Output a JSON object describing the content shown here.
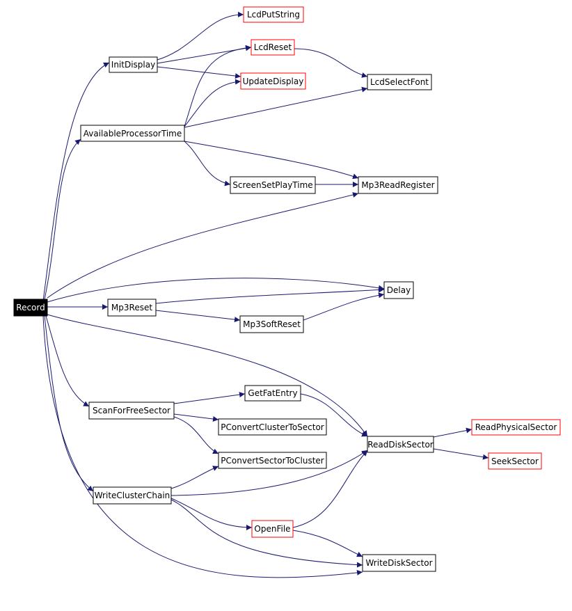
{
  "colors": {
    "edge": "#191970",
    "node_border": "#000000",
    "node_border_external": "#ff0000",
    "root_fill": "#000000",
    "root_text": "#ffffff",
    "text": "#000000",
    "background": "#ffffff"
  },
  "nodes": [
    {
      "id": "Record",
      "label": "Record",
      "kind": "root"
    },
    {
      "id": "InitDisplay",
      "label": "InitDisplay",
      "kind": "normal"
    },
    {
      "id": "LcdPutString",
      "label": "LcdPutString",
      "kind": "external"
    },
    {
      "id": "LcdReset",
      "label": "LcdReset",
      "kind": "external"
    },
    {
      "id": "UpdateDisplay",
      "label": "UpdateDisplay",
      "kind": "external"
    },
    {
      "id": "LcdSelectFont",
      "label": "LcdSelectFont",
      "kind": "normal"
    },
    {
      "id": "AvailableProcessorTime",
      "label": "AvailableProcessorTime",
      "kind": "normal"
    },
    {
      "id": "ScreenSetPlayTime",
      "label": "ScreenSetPlayTime",
      "kind": "normal"
    },
    {
      "id": "Mp3ReadRegister",
      "label": "Mp3ReadRegister",
      "kind": "normal"
    },
    {
      "id": "Delay",
      "label": "Delay",
      "kind": "normal"
    },
    {
      "id": "Mp3Reset",
      "label": "Mp3Reset",
      "kind": "normal"
    },
    {
      "id": "Mp3SoftReset",
      "label": "Mp3SoftReset",
      "kind": "normal"
    },
    {
      "id": "GetFatEntry",
      "label": "GetFatEntry",
      "kind": "normal"
    },
    {
      "id": "ScanForFreeSector",
      "label": "ScanForFreeSector",
      "kind": "normal"
    },
    {
      "id": "PConvertClusterToSector",
      "label": "PConvertClusterToSector",
      "kind": "normal"
    },
    {
      "id": "ReadDiskSector",
      "label": "ReadDiskSector",
      "kind": "normal"
    },
    {
      "id": "ReadPhysicalSector",
      "label": "ReadPhysicalSector",
      "kind": "external"
    },
    {
      "id": "PConvertSectorToCluster",
      "label": "PConvertSectorToCluster",
      "kind": "normal"
    },
    {
      "id": "SeekSector",
      "label": "SeekSector",
      "kind": "external"
    },
    {
      "id": "WriteClusterChain",
      "label": "WriteClusterChain",
      "kind": "normal"
    },
    {
      "id": "OpenFile",
      "label": "OpenFile",
      "kind": "external"
    },
    {
      "id": "WriteDiskSector",
      "label": "WriteDiskSector",
      "kind": "normal"
    }
  ],
  "edges": [
    {
      "from": "Record",
      "to": "InitDisplay"
    },
    {
      "from": "Record",
      "to": "AvailableProcessorTime"
    },
    {
      "from": "Record",
      "to": "Mp3ReadRegister"
    },
    {
      "from": "Record",
      "to": "Delay"
    },
    {
      "from": "Record",
      "to": "Mp3Reset"
    },
    {
      "from": "Record",
      "to": "ReadDiskSector"
    },
    {
      "from": "Record",
      "to": "ScanForFreeSector"
    },
    {
      "from": "Record",
      "to": "WriteClusterChain"
    },
    {
      "from": "Record",
      "to": "WriteDiskSector"
    },
    {
      "from": "InitDisplay",
      "to": "LcdPutString"
    },
    {
      "from": "InitDisplay",
      "to": "LcdReset"
    },
    {
      "from": "InitDisplay",
      "to": "UpdateDisplay"
    },
    {
      "from": "AvailableProcessorTime",
      "to": "LcdReset"
    },
    {
      "from": "AvailableProcessorTime",
      "to": "UpdateDisplay"
    },
    {
      "from": "AvailableProcessorTime",
      "to": "LcdSelectFont"
    },
    {
      "from": "AvailableProcessorTime",
      "to": "ScreenSetPlayTime"
    },
    {
      "from": "AvailableProcessorTime",
      "to": "Mp3ReadRegister"
    },
    {
      "from": "LcdReset",
      "to": "LcdSelectFont"
    },
    {
      "from": "ScreenSetPlayTime",
      "to": "Mp3ReadRegister"
    },
    {
      "from": "Mp3Reset",
      "to": "Delay"
    },
    {
      "from": "Mp3Reset",
      "to": "Mp3SoftReset"
    },
    {
      "from": "Mp3SoftReset",
      "to": "Delay"
    },
    {
      "from": "ScanForFreeSector",
      "to": "GetFatEntry"
    },
    {
      "from": "ScanForFreeSector",
      "to": "PConvertClusterToSector"
    },
    {
      "from": "ScanForFreeSector",
      "to": "PConvertSectorToCluster"
    },
    {
      "from": "GetFatEntry",
      "to": "ReadDiskSector"
    },
    {
      "from": "ReadDiskSector",
      "to": "ReadPhysicalSector"
    },
    {
      "from": "ReadDiskSector",
      "to": "SeekSector"
    },
    {
      "from": "WriteClusterChain",
      "to": "PConvertSectorToCluster"
    },
    {
      "from": "WriteClusterChain",
      "to": "ReadDiskSector"
    },
    {
      "from": "WriteClusterChain",
      "to": "OpenFile"
    },
    {
      "from": "WriteClusterChain",
      "to": "WriteDiskSector"
    },
    {
      "from": "OpenFile",
      "to": "ReadDiskSector"
    },
    {
      "from": "OpenFile",
      "to": "WriteDiskSector"
    }
  ]
}
